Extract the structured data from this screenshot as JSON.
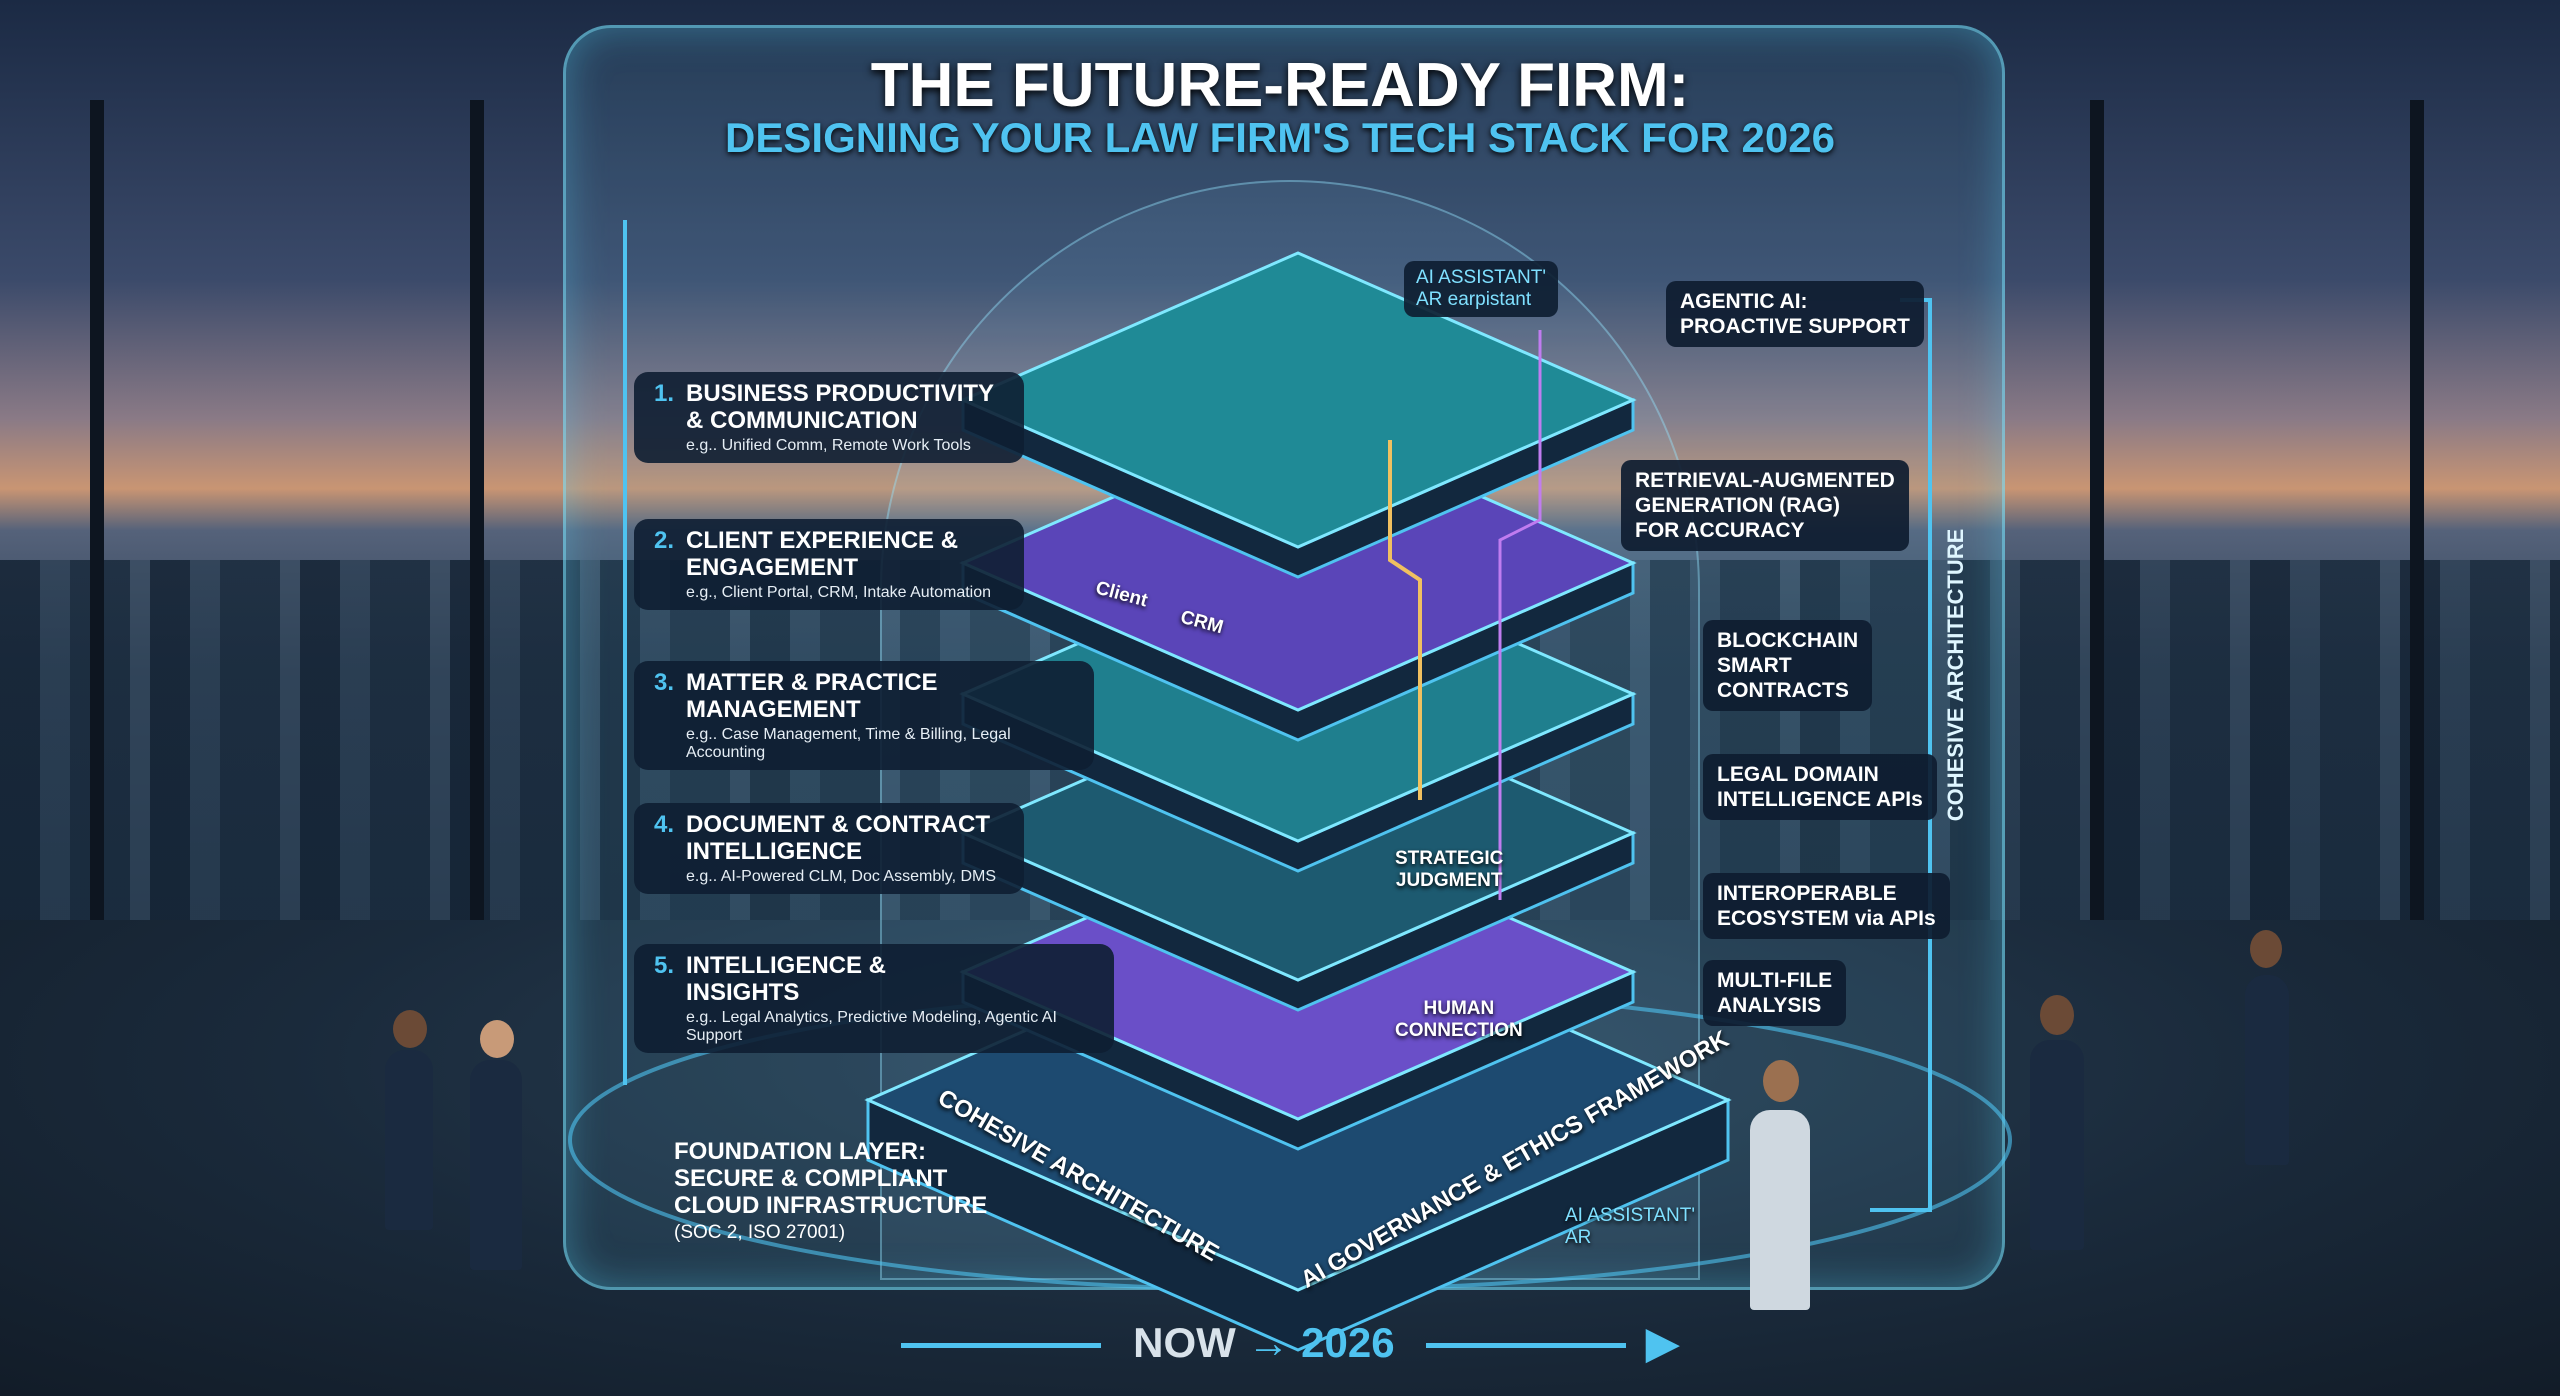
{
  "title": {
    "line1": "THE FUTURE-READY FIRM:",
    "line2": "DESIGNING YOUR LAW FIRM'S TECH STACK FOR 2026"
  },
  "layers": [
    {
      "number": "1.",
      "title": "BUSINESS PRODUCTIVITY & COMMUNICATION",
      "examples": "e.g.. Unified Comm, Remote Work Tools",
      "color": "#1f8a96"
    },
    {
      "number": "2.",
      "title": "CLIENT EXPERIENCE & ENGAGEMENT",
      "examples": "e.g., Client Portal, CRM, Intake Automation",
      "color": "#5a45b8"
    },
    {
      "number": "3.",
      "title": "MATTER & PRACTICE MANAGEMENT",
      "examples": "e.g.. Case Management, Time & Billing, Legal Accounting",
      "color": "#1f7f8e"
    },
    {
      "number": "4.",
      "title": "DOCUMENT & CONTRACT INTELLIGENCE",
      "examples": "e.g.. AI-Powered CLM, Doc Assembly, DMS",
      "color": "#1d5a70"
    },
    {
      "number": "5.",
      "title": "INTELLIGENCE & INSIGHTS",
      "examples": "e.g.. Legal Analytics, Predictive Modeling, Agentic AI Support",
      "color": "#6a4fc8"
    }
  ],
  "features": [
    "AGENTIC AI:\nPROACTIVE SUPPORT",
    "RETRIEVAL-AUGMENTED\nGENERATION (RAG)\nFOR ACCURACY",
    "BLOCKCHAIN\nSMART\nCONTRACTS",
    "LEGAL DOMAIN\nINTELLIGENCE APIs",
    "INTEROPERABLE\nECOSYSTEM via APIs",
    "MULTI-FILE\nANALYSIS"
  ],
  "inline_labels": {
    "ai_assistant_bubble": {
      "line1": "AI ASSISTANT'",
      "line2": "AR earpistant"
    },
    "client": "Client",
    "crm": "CRM",
    "strategic_judgment": "STRATEGIC\nJUDGMENT",
    "human_connection": "HUMAN\nCONNECTION",
    "ai_assistant_ar": "AI ASSISTANT'\nAR"
  },
  "base": {
    "left_side": "COHESIVE ARCHITECTURE",
    "right_side": "AI GOVERNANCE & ETHICS FRAMEWORK",
    "color": "#1d4a70"
  },
  "vertical_label": "COHESIVE ARCHITECTURE",
  "foundation": {
    "line1": "FOUNDATION LAYER:",
    "line2": "SECURE & COMPLIANT",
    "line3": "CLOUD INFRASTRUCTURE",
    "sub": "(SOC 2, ISO 27001)"
  },
  "timeline": {
    "from": "NOW",
    "arrow": "→",
    "to": "2026"
  },
  "colors": {
    "accent": "#4fc3f0",
    "panel": "#0e1e32",
    "glow": "#78e6ff"
  }
}
